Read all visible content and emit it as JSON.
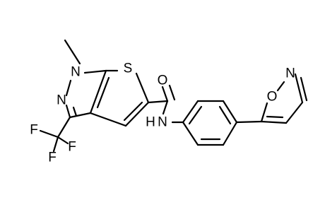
{
  "molecule": {
    "atoms": {
      "n1": "N",
      "n2": "N",
      "s": "S",
      "o_carbonyl": "O",
      "n_amide": "N",
      "h_amide": "H",
      "o_isoxazole": "O",
      "n_isoxazole": "N",
      "f1": "F",
      "f2": "F",
      "f3": "F"
    }
  }
}
